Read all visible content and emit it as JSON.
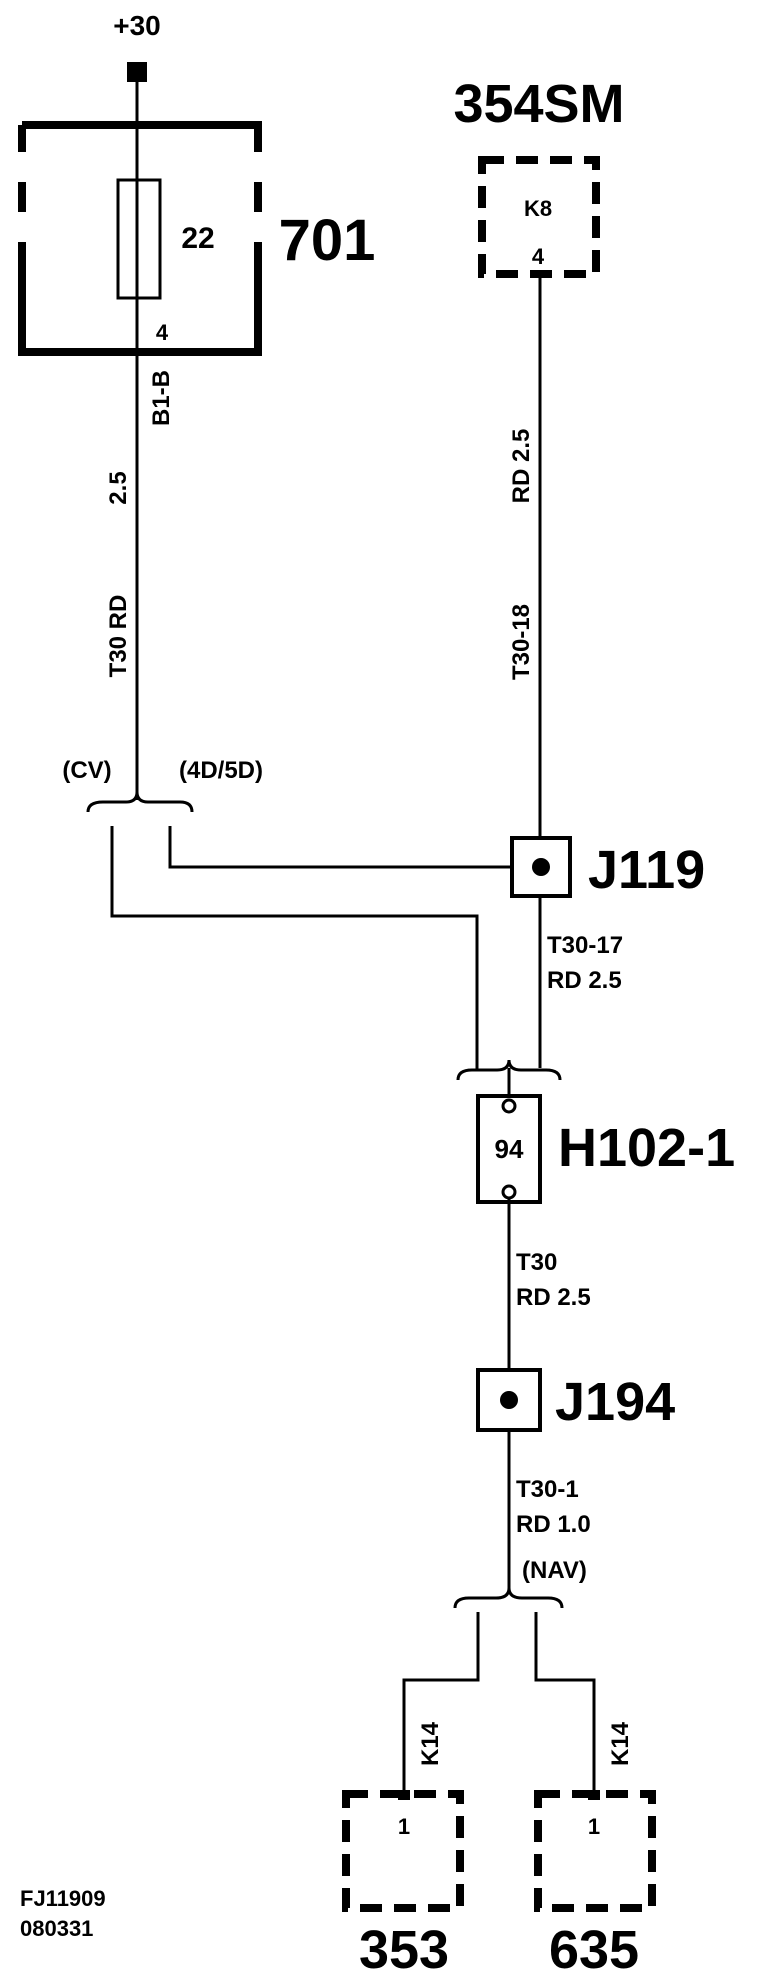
{
  "supply": {
    "label": "+30"
  },
  "fuse_box": {
    "id": "701",
    "fuse_number": "22",
    "pin": "4",
    "connector": "B1-B"
  },
  "module_354sm": {
    "id": "354SM",
    "connector": "K8",
    "pin": "4"
  },
  "wire_left": {
    "circuit": "T30 RD",
    "size": "2.5"
  },
  "wire_right": {
    "circuit": "T30-18",
    "spec": "RD 2.5"
  },
  "variants": {
    "left": "(CV)",
    "right": "(4D/5D)",
    "bottom": "(NAV)"
  },
  "splice_j119": {
    "id": "J119"
  },
  "wire_j119_h102": {
    "circuit": "T30-17",
    "spec": "RD 2.5"
  },
  "connector_h102": {
    "id": "H102-1",
    "pin": "94"
  },
  "wire_h102_j194": {
    "circuit": "T30",
    "spec": "RD 2.5"
  },
  "splice_j194": {
    "id": "J194"
  },
  "wire_j194_out": {
    "circuit": "T30-1",
    "spec": "RD 1.0"
  },
  "module_353": {
    "id": "353",
    "connector": "K14",
    "pin": "1"
  },
  "module_635": {
    "id": "635",
    "connector": "K14",
    "pin": "1"
  },
  "footer": {
    "code": "FJ11909",
    "date": "080331"
  }
}
